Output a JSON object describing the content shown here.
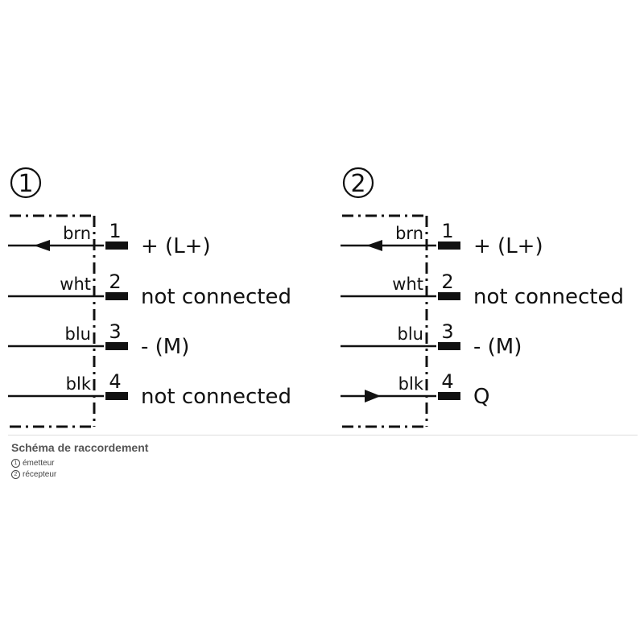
{
  "diagram": {
    "panels": [
      {
        "marker": "1",
        "wires": [
          {
            "color": "brn",
            "pin": "1",
            "signal": "+ (L+)",
            "arrow": "out"
          },
          {
            "color": "wht",
            "pin": "2",
            "signal": "not connected",
            "arrow": "none"
          },
          {
            "color": "blu",
            "pin": "3",
            "signal": "- (M)",
            "arrow": "none"
          },
          {
            "color": "blk",
            "pin": "4",
            "signal": "not connected",
            "arrow": "none"
          }
        ]
      },
      {
        "marker": "2",
        "wires": [
          {
            "color": "brn",
            "pin": "1",
            "signal": "+ (L+)",
            "arrow": "out"
          },
          {
            "color": "wht",
            "pin": "2",
            "signal": "not connected",
            "arrow": "none"
          },
          {
            "color": "blu",
            "pin": "3",
            "signal": "- (M)",
            "arrow": "none"
          },
          {
            "color": "blk",
            "pin": "4",
            "signal": "Q",
            "arrow": "in"
          }
        ]
      }
    ]
  },
  "caption": {
    "title": "Schéma de raccordement",
    "legend": [
      {
        "marker": "1",
        "text": "émetteur"
      },
      {
        "marker": "2",
        "text": "récepteur"
      }
    ]
  }
}
